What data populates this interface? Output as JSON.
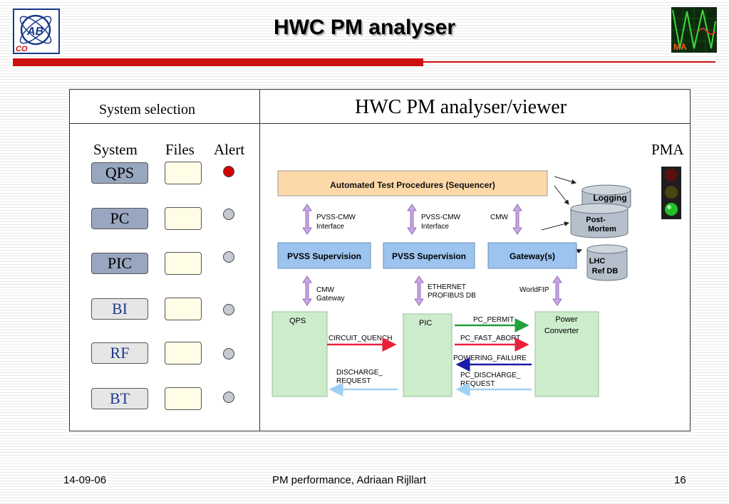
{
  "slide": {
    "title": "HWC PM analyser",
    "logo_left": "AB CO",
    "logo_right": "MA"
  },
  "panel": {
    "left_header": "System selection",
    "right_header": "HWC PM analyser/viewer",
    "col_system": "System",
    "col_files": "Files",
    "col_alert": "Alert",
    "pma_label": "PMA"
  },
  "systems": [
    {
      "label": "QPS",
      "alert": "red"
    },
    {
      "label": "PC",
      "alert": "grey"
    },
    {
      "label": "PIC",
      "alert": "grey"
    },
    {
      "label": "BI",
      "alert": "grey"
    },
    {
      "label": "RF",
      "alert": "grey"
    },
    {
      "label": "BT",
      "alert": "grey"
    }
  ],
  "traffic_light": {
    "red": "off",
    "yellow": "off",
    "green": "on"
  },
  "diagram": {
    "sequencer": "Automated Test Procedures (Sequencer)",
    "db_logging": "Logging",
    "db_postmortem_1": "Post-",
    "db_postmortem_2": "Mortem",
    "db_lhc_1": "LHC",
    "db_lhc_2": "Ref DB",
    "link1_a": "PVSS-CMW",
    "link1_b": "Interface",
    "link2_a": "PVSS-CMW",
    "link2_b": "Interface",
    "link3": "CMW",
    "pvss1": "PVSS Supervision",
    "pvss2": "PVSS Supervision",
    "gateway": "Gateway(s)",
    "cmw_gw_a": "CMW",
    "cmw_gw_b": "Gateway",
    "eth_a": "ETHERNET",
    "eth_b": "PROFIBUS DB",
    "worldfip": "WorldFIP",
    "qps": "QPS",
    "pic": "PIC",
    "pc_1": "Power",
    "pc_2": "Converter",
    "sig_permit": "PC_PERMIT",
    "sig_fast_abort": "PC_FAST_ABORT",
    "sig_powering_failure": "POWERING_FAILURE",
    "sig_pc_discharge_1": "PC_DISCHARGE_",
    "sig_pc_discharge_2": "REQUEST",
    "sig_circuit_quench": "CIRCUIT_QUENCH",
    "sig_discharge_1": "DISCHARGE_",
    "sig_discharge_2": "REQUEST"
  },
  "footer": {
    "date": "14-09-06",
    "center": "PM performance, Adriaan Rijllart",
    "page": "16"
  },
  "colors": {
    "accent_red": "#cc1111",
    "sequencer_fill": "#fdd9a9",
    "supervision_fill": "#9dc3ef",
    "device_fill": "#cdeccc",
    "db_fill": "#b6c0cc",
    "arrow_purple": "#c9a6e6"
  }
}
